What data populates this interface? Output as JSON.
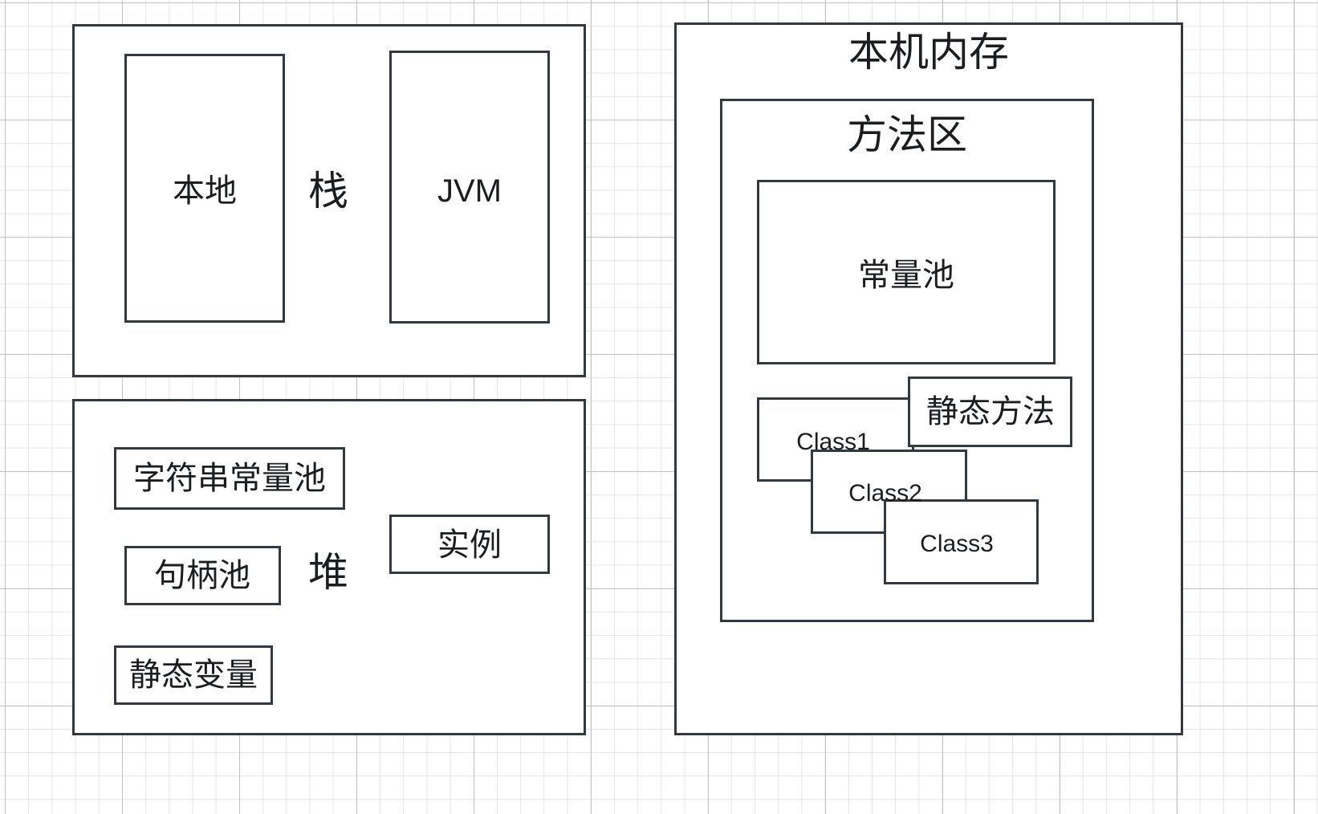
{
  "diagram": {
    "title_semantic": "jvm-memory-structure-diagram",
    "stroke_color": "#333940",
    "text_color": "#1b1d20",
    "background_color": "#ffffff",
    "grid_color": "#c8c8c8",
    "panels": {
      "stack": {
        "label": "栈",
        "children": [
          {
            "label": "本地"
          },
          {
            "label": "JVM"
          }
        ]
      },
      "heap": {
        "label": "堆",
        "children": [
          {
            "label": "字符串常量池"
          },
          {
            "label": "句柄池"
          },
          {
            "label": "静态变量"
          },
          {
            "label": "实例"
          }
        ]
      },
      "native_memory": {
        "label": "本机内存",
        "method_area": {
          "label": "方法区",
          "constant_pool": {
            "label": "常量池"
          },
          "static_method": {
            "label": "静态方法"
          },
          "classes": [
            {
              "label": "Class1"
            },
            {
              "label": "Class2"
            },
            {
              "label": "Class3"
            }
          ]
        }
      }
    }
  }
}
